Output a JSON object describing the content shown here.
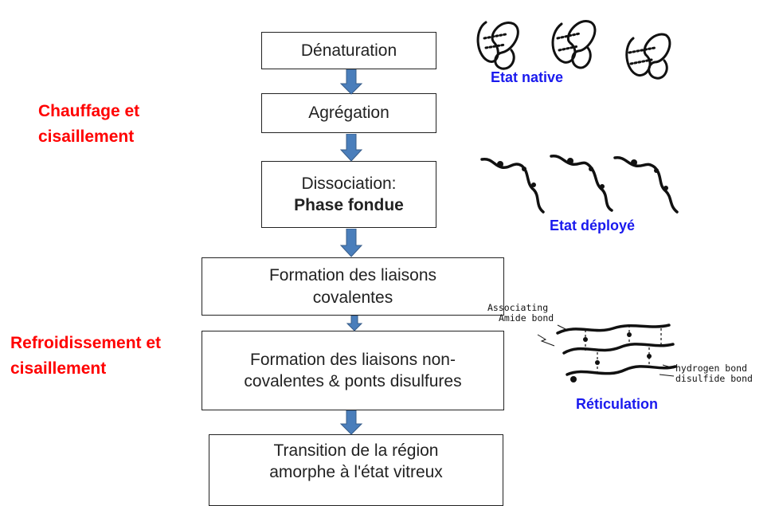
{
  "flow": {
    "step1": "Dénaturation",
    "step2": "Agrégation",
    "step3_line1": "Dissociation:",
    "step3_line2": "Phase fondue",
    "step4_line1": "Formation des liaisons",
    "step4_line2": "covalentes",
    "step5_line1": "Formation des liaisons non-",
    "step5_line2": "covalentes  & ponts disulfures",
    "step6_line1": "Transition de la région",
    "step6_line2": "amorphe à l'état vitreux"
  },
  "side_labels": {
    "heating_line1": "Chauffage et",
    "heating_line2": "cisaillement",
    "cooling_line1": "Refroidissement et",
    "cooling_line2": "cisaillement"
  },
  "states": {
    "native": "Etat native",
    "unfolded": "Etat déployé",
    "crosslinking": "Réticulation"
  },
  "crosslink_annotations": {
    "associating": "Associating",
    "amide_bond": "Amide bond",
    "hydrogen_bond": "hydrogen bond",
    "disulfide_bond": "disulfide bond"
  },
  "colors": {
    "process_label": "#ff0000",
    "state_label": "#1a1aee",
    "arrow": "#4a7ebb"
  }
}
